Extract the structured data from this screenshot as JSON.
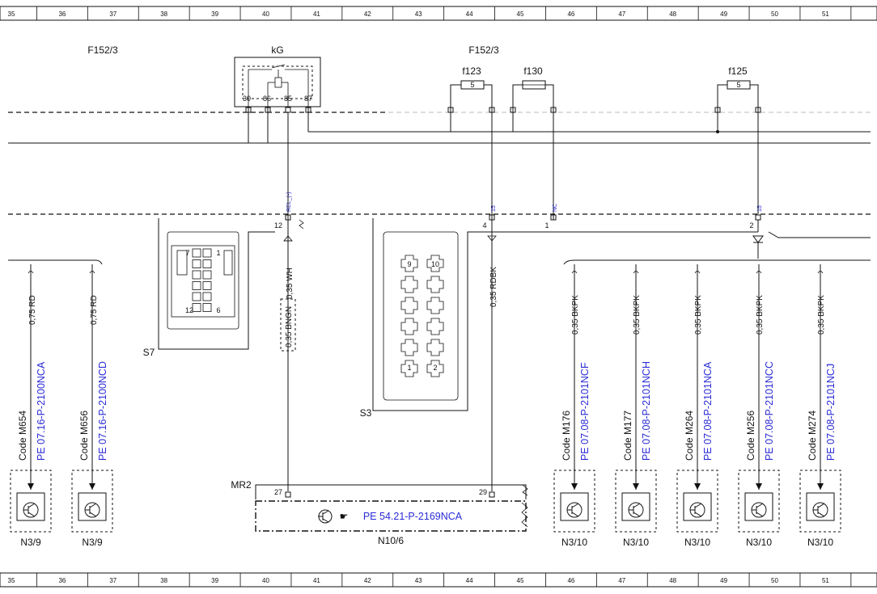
{
  "ruler": [
    "35",
    "36",
    "37",
    "38",
    "39",
    "40",
    "41",
    "42",
    "43",
    "44",
    "45",
    "46",
    "47",
    "48",
    "49",
    "50",
    "51"
  ],
  "fuse_box_left": "F152/3",
  "fuse_box_right": "F152/3",
  "relay": {
    "name": "kG",
    "pins": [
      "30",
      "86",
      "85",
      "87"
    ]
  },
  "fuses": [
    {
      "name": "f123",
      "rating": "5"
    },
    {
      "name": "f130",
      "rating": ""
    },
    {
      "name": "f125",
      "rating": "5"
    }
  ],
  "signals": {
    "rel": "REL_(-)",
    "s15a": "15",
    "nc": "NC",
    "s15b": "15"
  },
  "pins": {
    "p12": "12",
    "p4": "4",
    "p1": "1",
    "p2": "2",
    "p27": "27",
    "p29": "29"
  },
  "wires": {
    "w_rd1": "0,75 RD",
    "w_rd2": "0,75 RD",
    "w_wh": "0,35 WH",
    "w_bngn": "0,35 BNGN",
    "w_rdbk": "0,35 RDBK",
    "w_bkpk": "0,35 BKPK"
  },
  "connectors": {
    "s7": {
      "name": "S7",
      "pins": [
        "7",
        "1",
        "12",
        "6"
      ]
    },
    "s3": {
      "name": "S3",
      "pins": [
        "9",
        "10",
        "1",
        "2"
      ]
    }
  },
  "mr2": "MR2",
  "n10": {
    "name": "N10/6",
    "ref": "PE 54.21-P-2169NCA"
  },
  "modules": [
    {
      "code": "Code M654",
      "ref": "PE 07.16-P-2100NCA",
      "name": "N3/9"
    },
    {
      "code": "Code M656",
      "ref": "PE 07.16-P-2100NCD",
      "name": "N3/9"
    },
    {
      "code": "Code M176",
      "ref": "PE 07.08-P-2101NCF",
      "name": "N3/10"
    },
    {
      "code": "Code M177",
      "ref": "PE 07.08-P-2101NCH",
      "name": "N3/10"
    },
    {
      "code": "Code M264",
      "ref": "PE 07.08-P-2101NCA",
      "name": "N3/10"
    },
    {
      "code": "Code M256",
      "ref": "PE 07.08-P-2101NCC",
      "name": "N3/10"
    },
    {
      "code": "Code M274",
      "ref": "PE 07.08-P-2101NCJ",
      "name": "N3/10"
    }
  ]
}
